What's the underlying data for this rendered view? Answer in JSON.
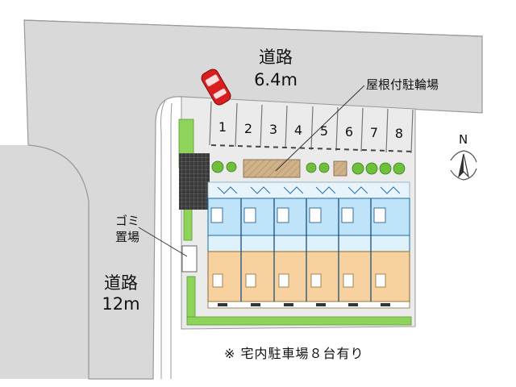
{
  "top_road": {
    "name": "道路",
    "width": "6.4m"
  },
  "left_road": {
    "name": "道路",
    "width": "12m"
  },
  "bicycle_parking_label": "屋根付駐輪場",
  "garbage_label_line1": "ゴミ",
  "garbage_label_line2": "置場",
  "parking_slots": [
    "1",
    "2",
    "3",
    "4",
    "5",
    "6",
    "7",
    "8"
  ],
  "compass": {
    "north_label": "N",
    "icon": "compass-icon"
  },
  "footer_note": "※ 宅内駐車場８台有り",
  "colors": {
    "road": "#d9d9d9",
    "lot": "#ebebeb",
    "green": "#8fd45a",
    "unit_blue": "#bfe3f8",
    "unit_orange": "#f8d29e",
    "roof_brown": "#cfb28a",
    "car": "#d81e1e"
  }
}
